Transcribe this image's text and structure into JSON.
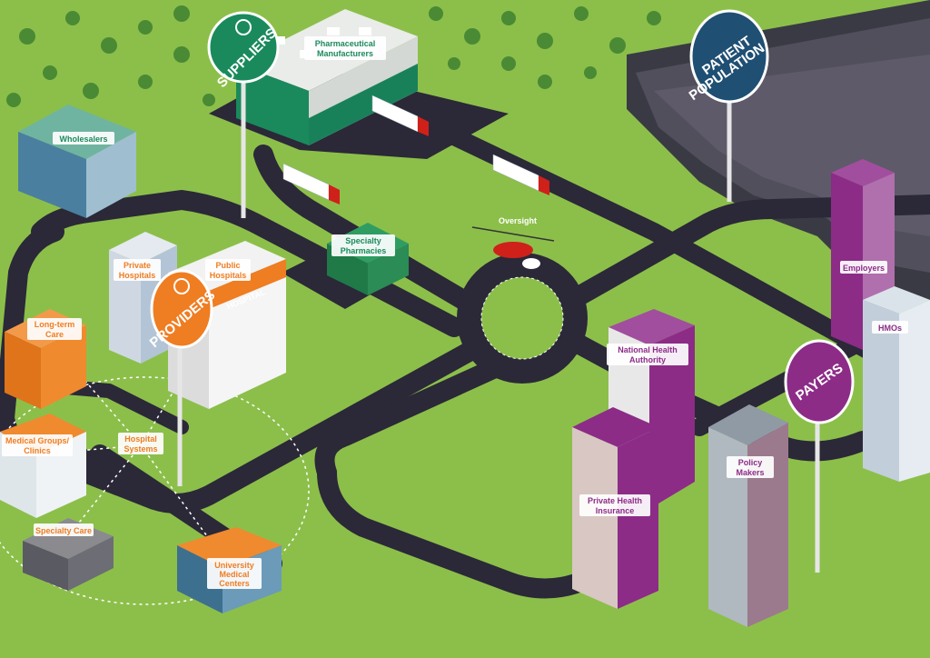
{
  "signs": {
    "suppliers": "SUPPLIERS",
    "patient_population_1": "PATIENT",
    "patient_population_2": "POPULATION",
    "providers": "PROVIDERS",
    "payers": "PAYERS"
  },
  "labels": {
    "pharmaceutical_manufacturers_1": "Pharmaceutical",
    "pharmaceutical_manufacturers_2": "Manufacturers",
    "wholesalers": "Wholesalers",
    "specialty_pharmacies_1": "Specialty",
    "specialty_pharmacies_2": "Pharmacies",
    "oversight": "Oversight",
    "private_hospitals_1": "Private",
    "private_hospitals_2": "Hospitals",
    "public_hospitals_1": "Public",
    "public_hospitals_2": "Hospitals",
    "hospital_sign": "HOSPITAL",
    "long_term_care_1": "Long-term",
    "long_term_care_2": "Care",
    "medical_groups_1": "Medical Groups/",
    "medical_groups_2": "Clinics",
    "hospital_systems_1": "Hospital",
    "hospital_systems_2": "Systems",
    "specialty_care": "Specialty Care",
    "university_medical_centers_1": "University",
    "university_medical_centers_2": "Medical",
    "university_medical_centers_3": "Centers",
    "employers": "Employers",
    "hmos": "HMOs",
    "national_health_authority_1": "National Health",
    "national_health_authority_2": "Authority",
    "private_health_insurance_1": "Private Health",
    "private_health_insurance_2": "Insurance",
    "policy_makers_1": "Policy",
    "policy_makers_2": "Makers"
  },
  "colors": {
    "grass": "#8cbf4a",
    "road": "#2b2838",
    "suppliers_green": "#1a8a5c",
    "patient_blue": "#1f4f73",
    "providers_orange": "#ef7d22",
    "payers_purple": "#8c2c87"
  }
}
